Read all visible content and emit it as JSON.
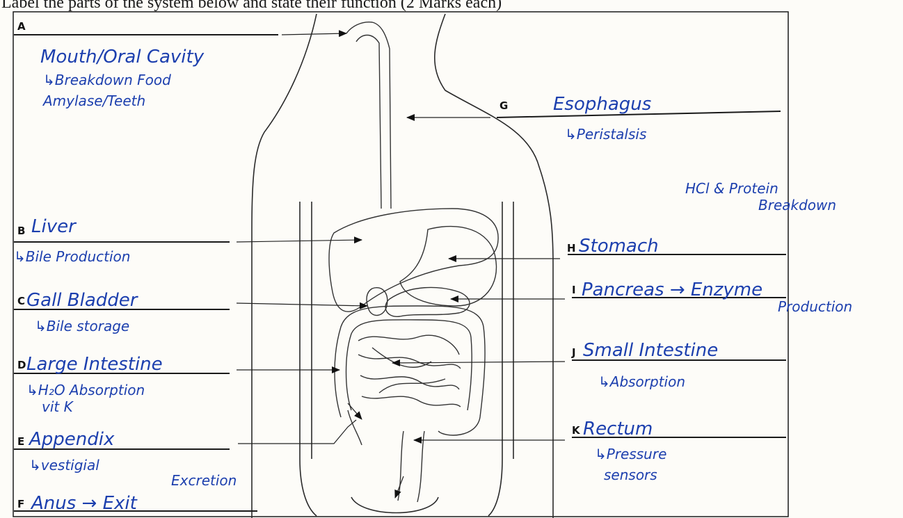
{
  "instruction": "Label the parts of the system below and state their function (2 Marks each)",
  "labels": {
    "A": {
      "letter": "A",
      "name": "Mouth/Oral Cavity",
      "function": "↳Breakdown Food",
      "extra": "Amylase/Teeth"
    },
    "B": {
      "letter": "B",
      "name": "Liver",
      "function": "↳Bile Production"
    },
    "C": {
      "letter": "C",
      "name": "Gall Bladder",
      "function": "↳Bile storage"
    },
    "D": {
      "letter": "D",
      "name": "Large Intestine",
      "function": "↳H₂O Absorption",
      "extra": "vit K"
    },
    "E": {
      "letter": "E",
      "name": "Appendix",
      "function": "↳vestigial"
    },
    "F": {
      "letter": "F",
      "name": "Anus → Exit",
      "extra": "Excretion"
    },
    "G": {
      "letter": "G",
      "name": "Esophagus",
      "function": "↳Peristalsis"
    },
    "H": {
      "letter": "H",
      "name": "Stomach",
      "function": "HCl & Protein",
      "extra": "Breakdown"
    },
    "I": {
      "letter": "I",
      "name": "Pancreas → Enzyme",
      "function": "Production"
    },
    "J": {
      "letter": "J",
      "name": "Small Intestine",
      "function": "↳Absorption"
    },
    "K": {
      "letter": "K",
      "name": "Rectum",
      "function": "↳Pressure",
      "extra": "sensors"
    }
  }
}
